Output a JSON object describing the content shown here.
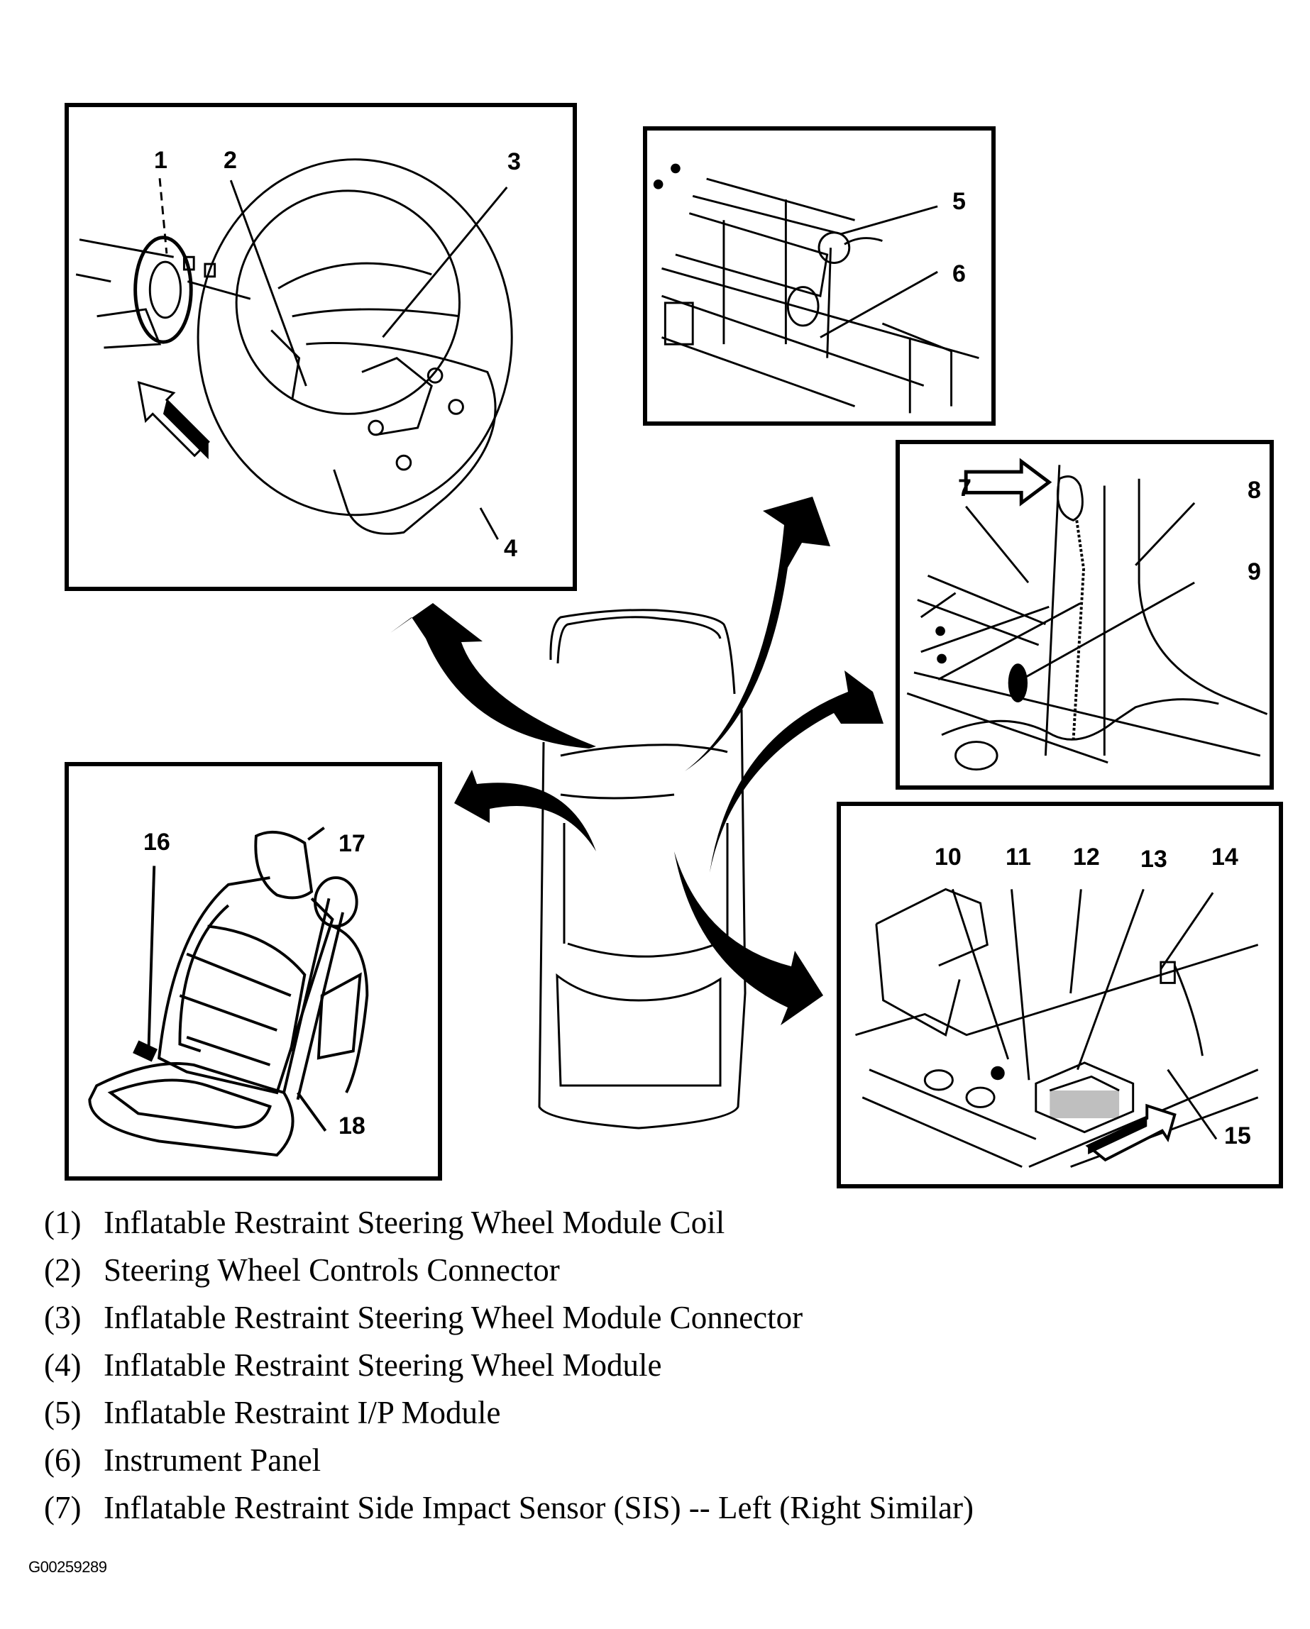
{
  "figure": {
    "title": "Inflatable Restraint System Component Locations",
    "figure_code": "G00259289",
    "panels": [
      {
        "id": "steering-wheel",
        "callouts": [
          "1",
          "2",
          "3",
          "4"
        ]
      },
      {
        "id": "instrument-panel",
        "callouts": [
          "5",
          "6"
        ]
      },
      {
        "id": "side-impact-sensor",
        "callouts": [
          "7",
          "8",
          "9"
        ]
      },
      {
        "id": "floor-module",
        "callouts": [
          "10",
          "11",
          "12",
          "13",
          "14",
          "15"
        ]
      },
      {
        "id": "seat",
        "callouts": [
          "16",
          "17",
          "18"
        ]
      }
    ]
  },
  "legend": [
    {
      "num": "(1)",
      "text": "Inflatable Restraint Steering Wheel Module Coil"
    },
    {
      "num": "(2)",
      "text": "Steering Wheel Controls Connector"
    },
    {
      "num": "(3)",
      "text": "Inflatable Restraint Steering Wheel Module Connector"
    },
    {
      "num": "(4)",
      "text": "Inflatable Restraint Steering Wheel Module"
    },
    {
      "num": "(5)",
      "text": "Inflatable Restraint I/P Module"
    },
    {
      "num": "(6)",
      "text": "Instrument Panel"
    },
    {
      "num": "(7)",
      "text": "Inflatable Restraint Side Impact Sensor (SIS) -- Left (Right Similar)"
    }
  ]
}
